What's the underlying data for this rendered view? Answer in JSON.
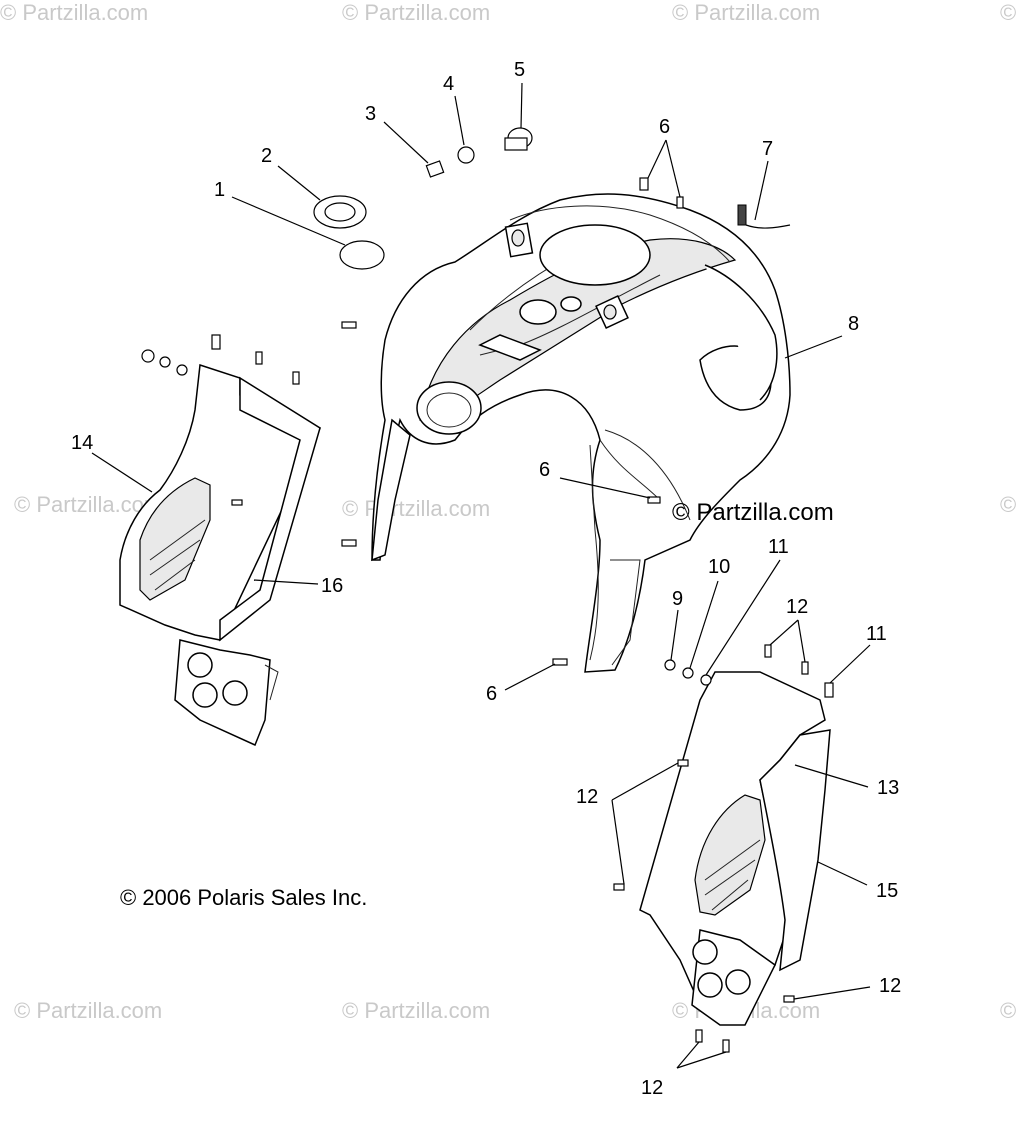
{
  "watermarks": [
    {
      "id": "wm-top-1",
      "text": "© Partzilla.com"
    },
    {
      "id": "wm-top-2",
      "text": "© Partzilla.com"
    },
    {
      "id": "wm-top-3",
      "text": "© Partzilla.com"
    },
    {
      "id": "wm-top-4",
      "text": "©"
    },
    {
      "id": "wm-mid-1",
      "text": "© Partzilla.com"
    },
    {
      "id": "wm-mid-2",
      "text": "© Partzilla.com"
    },
    {
      "id": "wm-mid-4",
      "text": "©"
    },
    {
      "id": "wm-bot-1",
      "text": "© Partzilla.com"
    },
    {
      "id": "wm-bot-2",
      "text": "© Partzilla.com"
    },
    {
      "id": "wm-bot-3",
      "text": "© Partzilla.com"
    },
    {
      "id": "wm-bot-4",
      "text": "©"
    }
  ],
  "center_watermark": "© Partzilla.com",
  "copyright": "© 2006 Polaris Sales Inc.",
  "callouts": [
    "1",
    "2",
    "3",
    "4",
    "5",
    "6",
    "6",
    "7",
    "8",
    "6",
    "9",
    "10",
    "11",
    "12",
    "11",
    "12",
    "13",
    "15",
    "12",
    "12",
    "14",
    "16"
  ]
}
